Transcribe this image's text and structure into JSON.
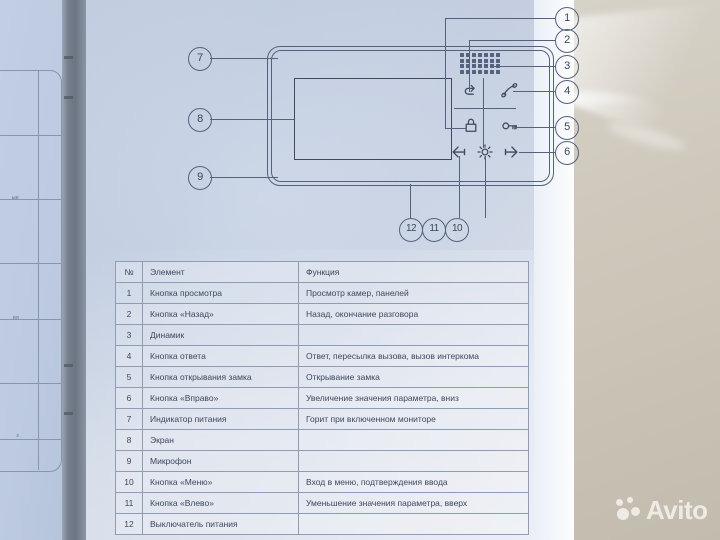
{
  "document": {
    "kind": "printed-manual-page",
    "language": "ru"
  },
  "diagram": {
    "title": "video-intercom-monitor",
    "icons": {
      "back": "back-arrow-icon",
      "phone": "phone-handset-icon",
      "lock": "padlock-icon",
      "key": "key-icon",
      "left": "left-arrow-icon",
      "gear": "gear-icon",
      "right": "right-arrow-icon",
      "speaker": "speaker-grille-icon"
    },
    "callouts": [
      {
        "n": "1"
      },
      {
        "n": "2"
      },
      {
        "n": "3"
      },
      {
        "n": "4"
      },
      {
        "n": "5"
      },
      {
        "n": "6"
      },
      {
        "n": "7"
      },
      {
        "n": "8"
      },
      {
        "n": "9"
      },
      {
        "n": "10"
      },
      {
        "n": "11"
      },
      {
        "n": "12"
      }
    ]
  },
  "table": {
    "columns": [
      "№",
      "Элемент",
      "Функция"
    ],
    "rows": [
      {
        "num": "1",
        "element": "Кнопка просмотра",
        "function": "Просмотр камер, панелей"
      },
      {
        "num": "2",
        "element": "Кнопка «Назад»",
        "function": "Назад, окончание разговора"
      },
      {
        "num": "3",
        "element": "Динамик",
        "function": ""
      },
      {
        "num": "4",
        "element": "Кнопка ответа",
        "function": "Ответ, пересылка вызова, вызов интеркома"
      },
      {
        "num": "5",
        "element": "Кнопка открывания замка",
        "function": "Открывание замка"
      },
      {
        "num": "6",
        "element": "Кнопка «Вправо»",
        "function": "Увеличение значения параметра, вниз"
      },
      {
        "num": "7",
        "element": "Индикатор питания",
        "function": "Горит при включенном мониторе"
      },
      {
        "num": "8",
        "element": "Экран",
        "function": ""
      },
      {
        "num": "9",
        "element": "Микрофон",
        "function": ""
      },
      {
        "num": "10",
        "element": "Кнопка «Меню»",
        "function": "Вход в меню, подтверждения ввода"
      },
      {
        "num": "11",
        "element": "Кнопка «Влево»",
        "function": "Уменьшение значения параметра, вверх"
      },
      {
        "num": "12",
        "element": "Выключатель питания",
        "function": ""
      }
    ]
  },
  "watermark": {
    "text": "Avito"
  },
  "colors": {
    "paper": "#c8d3e6",
    "ink": "#55627d",
    "ink_dark": "#3d485e",
    "beige": "#cfc9bd",
    "spine": "#6b7481",
    "watermark": "#f2efe9"
  }
}
